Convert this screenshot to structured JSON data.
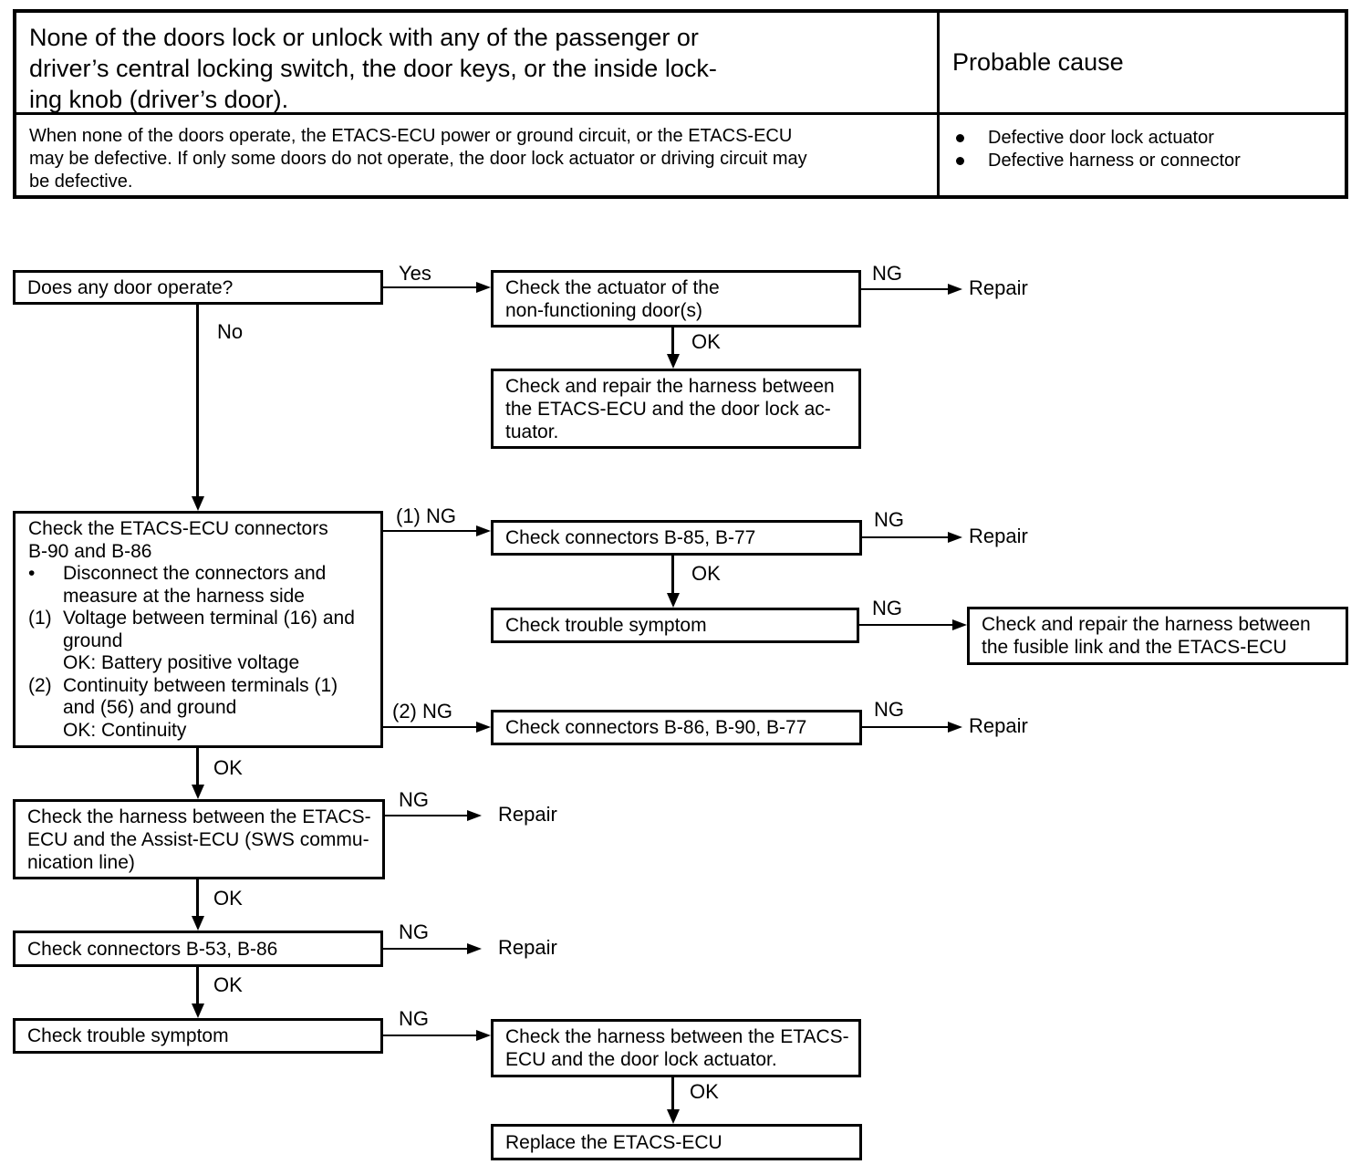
{
  "colors": {
    "ink": "#000000",
    "paper": "#ffffff"
  },
  "symptom_table": {
    "symptom_lines": [
      "None of the doors lock or unlock with any of the passenger or",
      "driver’s central locking switch, the door keys, or the inside lock-",
      "ing knob (driver’s door)."
    ],
    "probable_cause_header": "Probable cause",
    "comment_lines": [
      "When none of the doors operate, the ETACS-ECU power or ground circuit, or the ETACS-ECU",
      "may be defective. If only some doors do not operate, the door lock actuator or driving circuit may",
      "be defective."
    ],
    "probable_causes": [
      "Defective door lock actuator",
      "Defective harness or connector"
    ]
  },
  "flow": {
    "labels": {
      "yes": "Yes",
      "no": "No",
      "ok": "OK",
      "ng": "NG",
      "ng1": "(1) NG",
      "ng2": "(2) NG",
      "repair": "Repair"
    },
    "nodes": {
      "does_any_door_operate": [
        "Does any door operate?"
      ],
      "check_actuator": [
        "Check the actuator of the",
        "non-functioning door(s)"
      ],
      "repair_harness_door_lock_actuator": [
        "Check and repair the harness between",
        "the ETACS-ECU and the door lock ac-",
        "tuator."
      ],
      "check_etacs_connectors": {
        "title": [
          "Check the ETACS-ECU connectors",
          "B-90 and B-86"
        ],
        "items": [
          {
            "marker": "•",
            "lines": [
              "Disconnect the connectors and",
              "measure at the harness side"
            ]
          },
          {
            "marker": "(1)",
            "lines": [
              "Voltage between terminal (16) and",
              "ground",
              "OK: Battery positive voltage"
            ]
          },
          {
            "marker": "(2)",
            "lines": [
              "Continuity between terminals (1)",
              "and (56) and ground",
              "OK: Continuity"
            ]
          }
        ]
      },
      "check_connectors_b85_b77": [
        "Check connectors B-85, B-77"
      ],
      "check_trouble_symptom_upper": [
        "Check trouble symptom"
      ],
      "repair_harness_fusible_link": [
        "Check and repair the harness between",
        "the fusible link and the ETACS-ECU"
      ],
      "check_connectors_b86_b90_b77": [
        "Check connectors B-86, B-90, B-77"
      ],
      "check_harness_assist_ecu": [
        "Check the harness between the ETACS-",
        "ECU and the Assist-ECU (SWS commu-",
        "nication line)"
      ],
      "check_connectors_b53_b86": [
        "Check connectors B-53, B-86"
      ],
      "check_trouble_symptom_lower": [
        "Check trouble symptom"
      ],
      "check_harness_door_lock_actuator": [
        "Check the harness between the ETACS-",
        "ECU and the door lock actuator."
      ],
      "replace_etacs_ecu": [
        "Replace the ETACS-ECU"
      ]
    }
  }
}
